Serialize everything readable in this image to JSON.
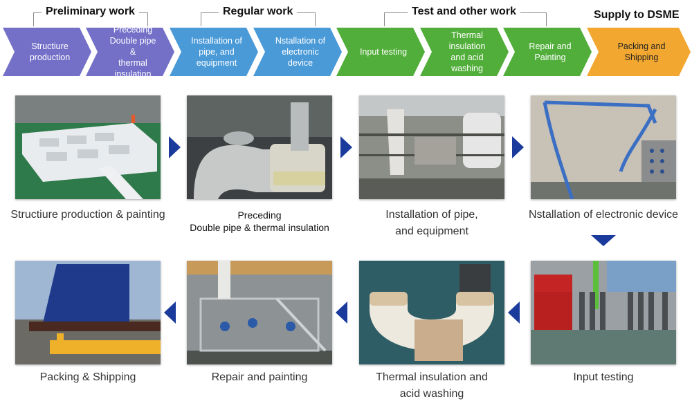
{
  "groups": [
    {
      "title": "Preliminary work"
    },
    {
      "title": "Regular work"
    },
    {
      "title": "Test and other work"
    }
  ],
  "supply_title": "Supply to DSME",
  "colors": {
    "preliminary": "#7470c8",
    "regular": "#4a9ad8",
    "test": "#52ae3a",
    "supply": "#f2a731",
    "arrow": "#1a3a9c"
  },
  "steps": [
    {
      "label": "Structiure\nproduction",
      "group": "preliminary"
    },
    {
      "label": "Preceding\nDouble pipe &\nthermal insulation",
      "group": "preliminary"
    },
    {
      "label": "Installation of\npipe, and\nequipment",
      "group": "regular"
    },
    {
      "label": "Nstallation of\nelectronic device",
      "group": "regular"
    },
    {
      "label": "Input testing",
      "group": "test"
    },
    {
      "label": "Thermal insulation\nand acid washing",
      "group": "test"
    },
    {
      "label": "Repair and\nPainting",
      "group": "test"
    },
    {
      "label": "Packing and\nShipping",
      "group": "supply"
    }
  ],
  "photos": [
    {
      "caption": "Structiure production & painting",
      "image": "white steel structure frame on green factory floor"
    },
    {
      "caption": "Preceding\nDouble pipe & thermal insulation",
      "image": "large insulated elbow pipe"
    },
    {
      "caption": "Installation of pipe,\nand equipment",
      "image": "pipe and equipment installation on skid"
    },
    {
      "caption": "Nstallation of electronic device",
      "image": "blue cables on metal module"
    },
    {
      "caption": "Input testing",
      "image": "red test cart and gas cylinders"
    },
    {
      "caption": "Thermal insulation and\nacid washing",
      "image": "white insulated U-pipe"
    },
    {
      "caption": "Repair and painting",
      "image": "steel skid frame with stairs"
    },
    {
      "caption": "Packing & Shipping",
      "image": "module wrapped in blue tarp on yellow frame"
    }
  ]
}
